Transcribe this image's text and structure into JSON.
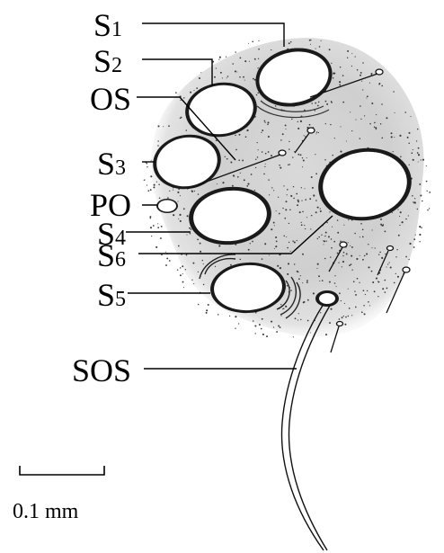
{
  "labels": {
    "s1": {
      "main": "S",
      "num": "1"
    },
    "s2": {
      "main": "S",
      "num": "2"
    },
    "os": {
      "main": "OS",
      "num": ""
    },
    "s3": {
      "main": "S",
      "num": "3"
    },
    "po": {
      "main": "PO",
      "num": ""
    },
    "s4": {
      "main": "S",
      "num": "4"
    },
    "s6": {
      "main": "S",
      "num": "6"
    },
    "s5": {
      "main": "S",
      "num": "5"
    },
    "sos": {
      "main": "SOS",
      "num": ""
    }
  },
  "scale_bar": {
    "label": "0.1 mm"
  },
  "colors": {
    "ink": "#000000",
    "background": "#ffffff",
    "stipple": "#3a3a3a"
  }
}
